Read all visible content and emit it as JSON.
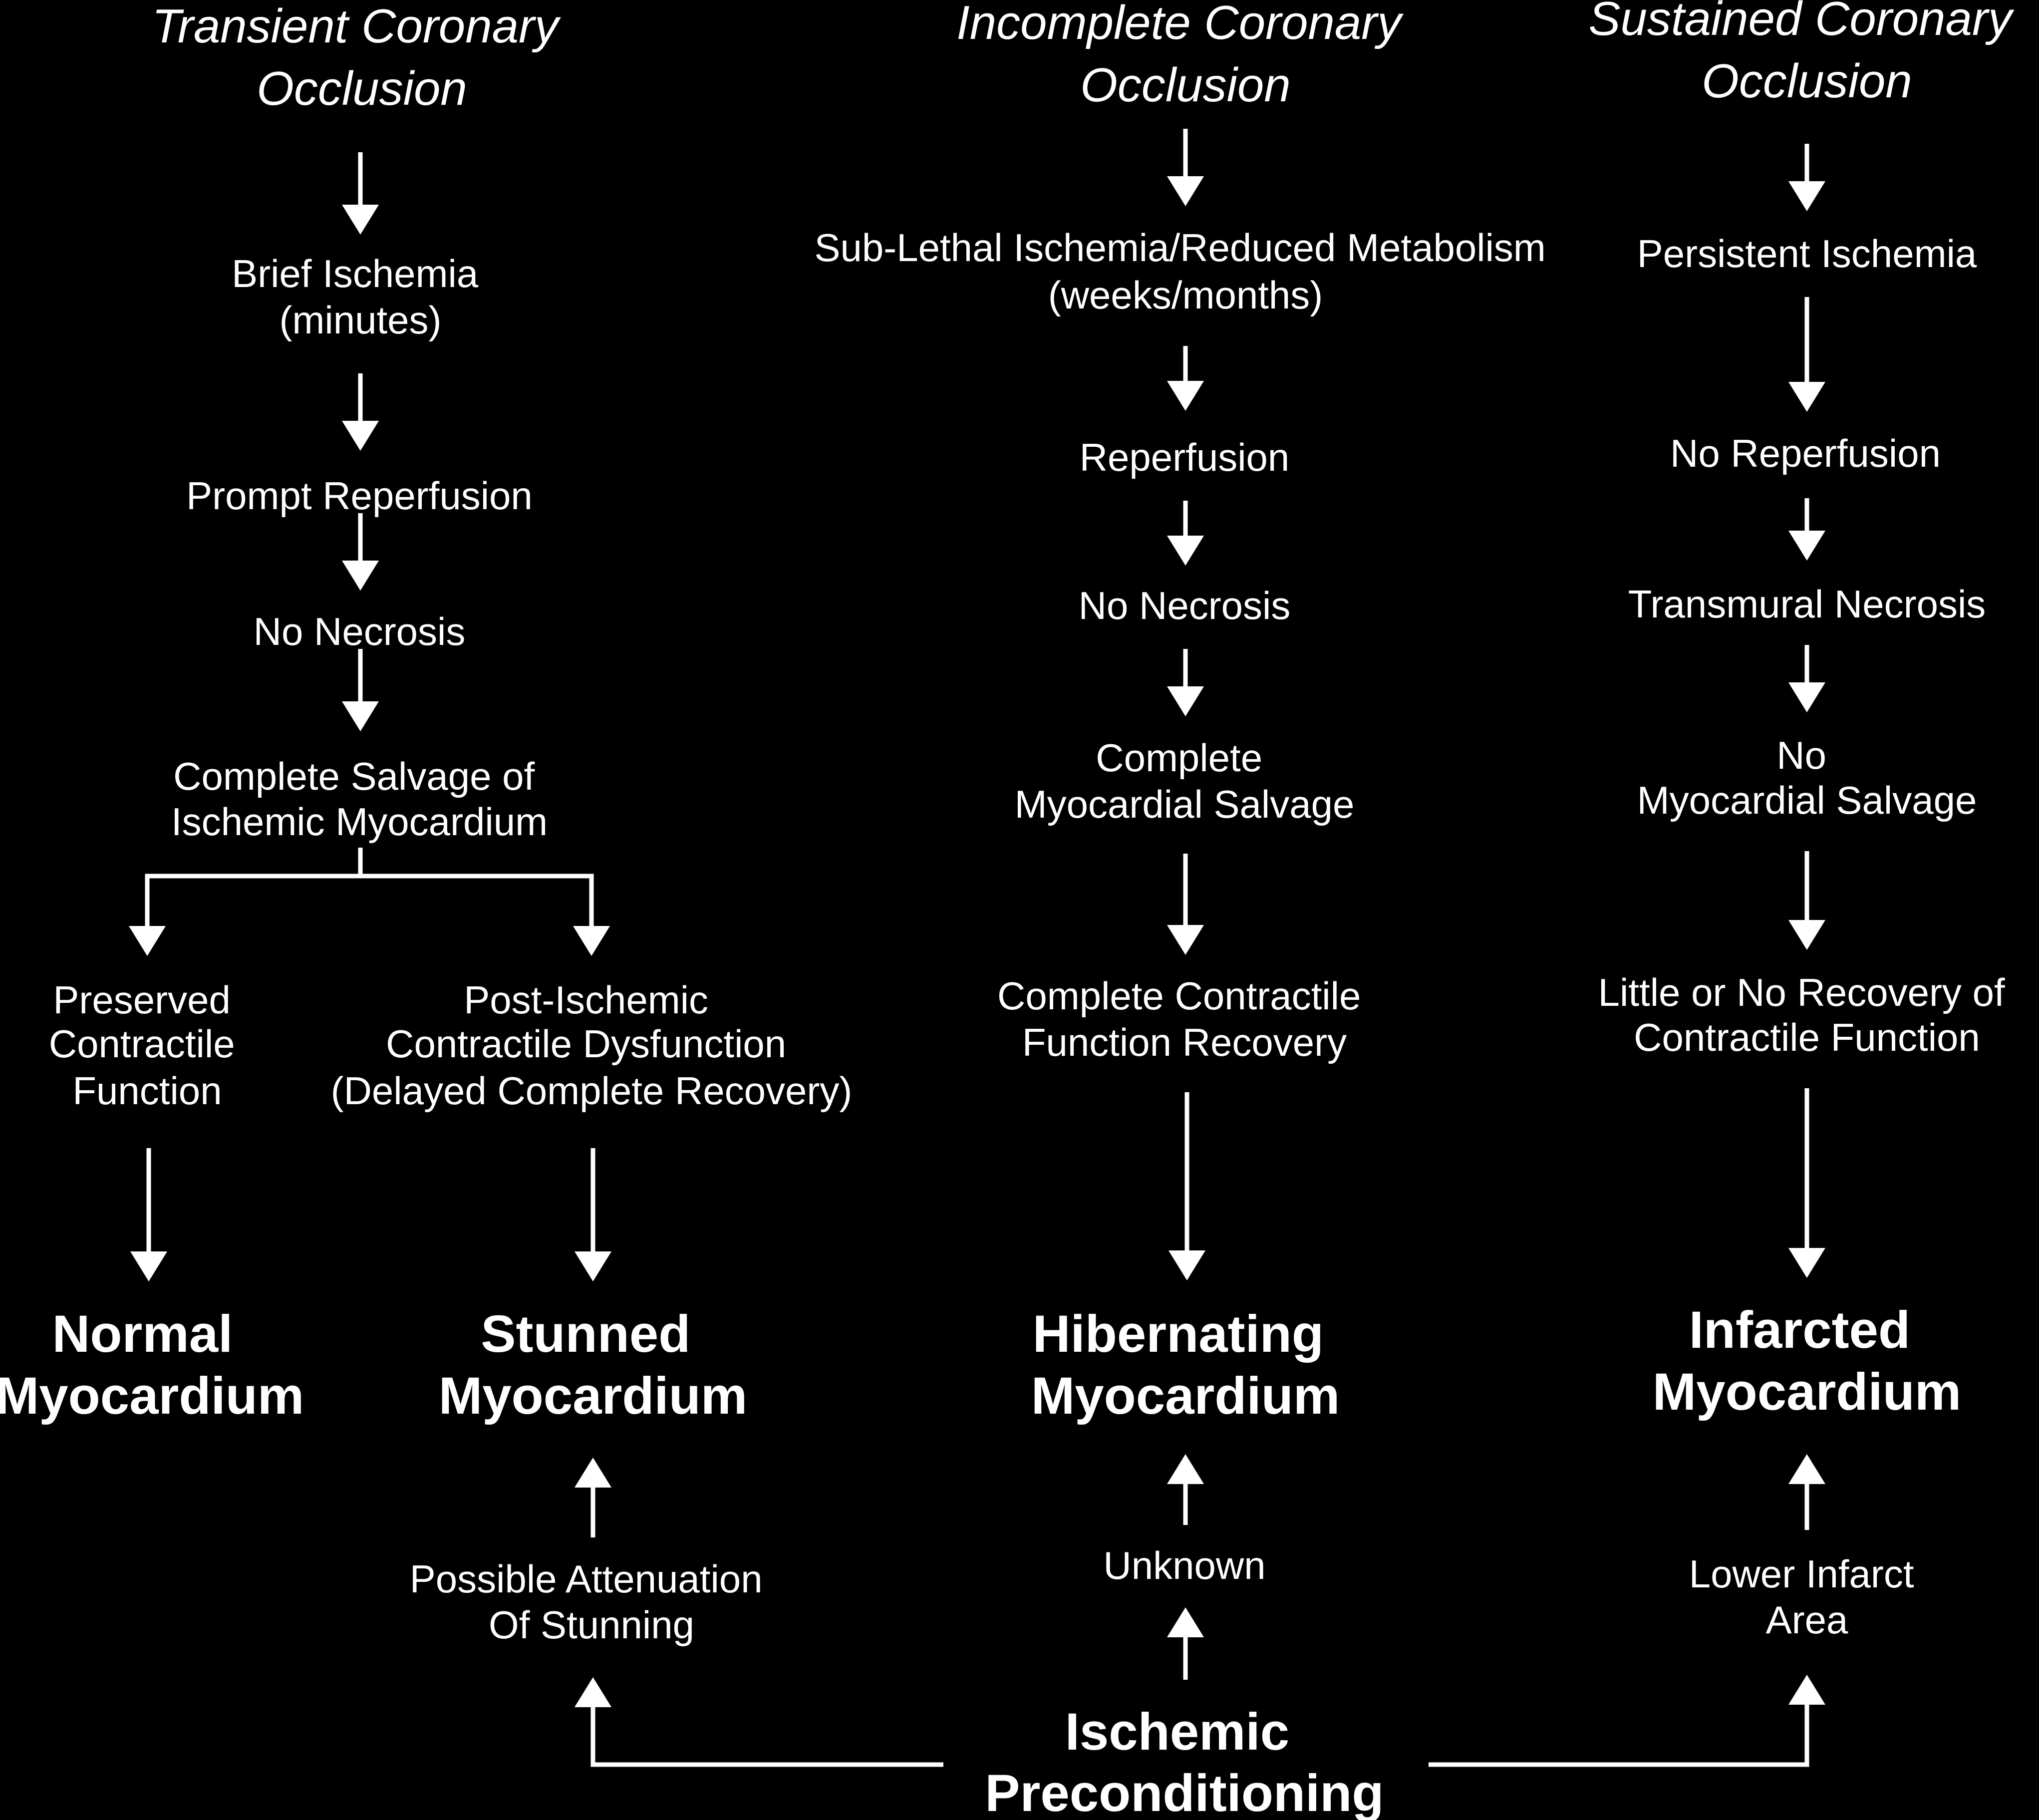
{
  "colors": {
    "background": "#000000",
    "foreground": "#ffffff"
  },
  "diagram": {
    "headers": {
      "transient": [
        "Transient Coronary",
        "Occlusion"
      ],
      "incomplete": [
        "Incomplete Coronary",
        "Occlusion"
      ],
      "sustained": [
        "Sustained Coronary",
        "Occlusion"
      ]
    },
    "transient_steps": {
      "brief_ischemia": [
        "Brief Ischemia",
        "(minutes)"
      ],
      "prompt_reperfusion": [
        "Prompt Reperfusion"
      ],
      "no_necrosis": [
        "No Necrosis"
      ],
      "complete_salvage": [
        "Complete Salvage of",
        "Ischemic Myocardium"
      ],
      "preserved_function": [
        "Preserved",
        "Contractile",
        "Function"
      ],
      "post_ischemic": [
        "Post-Ischemic",
        "Contractile Dysfunction",
        "(Delayed Complete Recovery)"
      ]
    },
    "incomplete_steps": {
      "sublethal": [
        "Sub-Lethal Ischemia/Reduced Metabolism",
        "(weeks/months)"
      ],
      "reperfusion": [
        "Reperfusion"
      ],
      "no_necrosis": [
        "No Necrosis"
      ],
      "complete_salvage": [
        "Complete",
        "Myocardial Salvage"
      ],
      "recovery": [
        "Complete Contractile",
        "Function Recovery"
      ]
    },
    "sustained_steps": {
      "persistent": [
        "Persistent Ischemia"
      ],
      "no_reperfusion": [
        "No Reperfusion"
      ],
      "transmural": [
        "Transmural Necrosis"
      ],
      "no_salvage": [
        "No",
        "Myocardial Salvage"
      ],
      "little_recovery": [
        "Little or No Recovery of",
        "Contractile Function"
      ]
    },
    "outcomes": {
      "normal": [
        "Normal",
        "Myocardium"
      ],
      "stunned": [
        "Stunned",
        "Myocardium"
      ],
      "hibernating": [
        "Hibernating",
        "Myocardium"
      ],
      "infarcted": [
        "Infarcted",
        "Myocardium"
      ]
    },
    "preconditioning": {
      "title": [
        "Ischemic",
        "Preconditioning"
      ],
      "stunning_effect": [
        "Possible Attenuation",
        "Of Stunning"
      ],
      "hibernation_effect": [
        "Unknown"
      ],
      "infarct_effect": [
        "Lower Infarct",
        "Area"
      ]
    }
  }
}
